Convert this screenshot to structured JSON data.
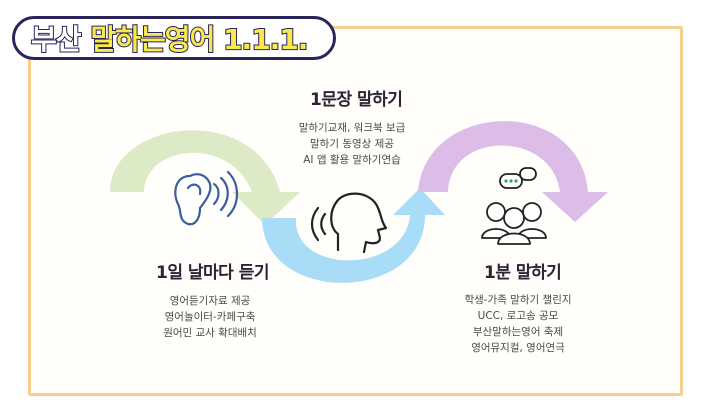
{
  "title": {
    "part1": "부산",
    "part2": "말하는영어 1.1.1."
  },
  "colors": {
    "frame": "#f6cf8e",
    "navy": "#2a2459",
    "yellow": "#f9e94a",
    "green_arrow": "#dcebc6",
    "blue_arrow": "#a9dcf6",
    "purple_arrow": "#dcbde8"
  },
  "steps": [
    {
      "heading": "1일 날마다 듣기",
      "lines": [
        "영어듣기자료 제공",
        "영어놀이터-카페구축",
        "원어민 교사 확대배치"
      ]
    },
    {
      "heading": "1문장 말하기",
      "lines": [
        "말하기교재, 워크북 보급",
        "말하기 동영상 제공",
        "AI 앱 활용 말하기연습"
      ]
    },
    {
      "heading": "1분 말하기",
      "lines": [
        "학생-가족 말하기 챌린지",
        "UCC, 로고송 공모",
        "부산말하는영어 축제",
        "영어뮤지컬, 영어연극"
      ]
    }
  ],
  "icons": [
    "ear-icon",
    "speaking-head-icon",
    "group-chat-icon"
  ]
}
